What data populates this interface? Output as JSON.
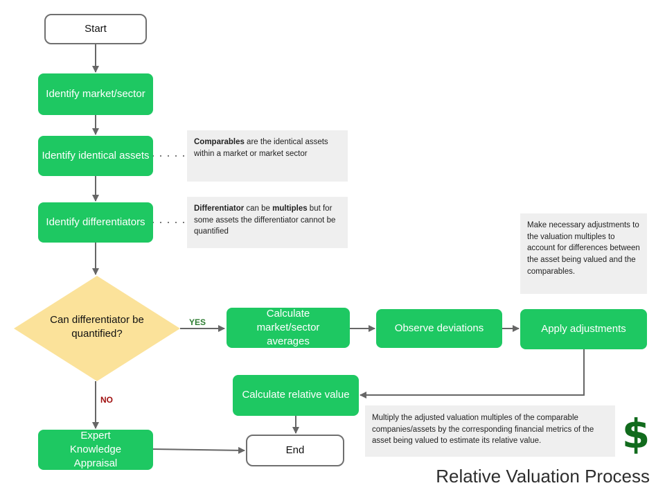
{
  "nodes": {
    "start": "Start",
    "identify_market": "Identify market/sector",
    "identify_assets": "Identify identical assets",
    "identify_diff": "Identify differentiators",
    "decision": "Can differentiator be quantified?",
    "calc_avg": "Calculate market/sector averages",
    "observe": "Observe deviations",
    "apply": "Apply adjustments",
    "calc_rel": "Calculate relative value",
    "expert": "Expert Knowledge Appraisal",
    "end": "End"
  },
  "edge_labels": {
    "yes": "YES",
    "no": "NO"
  },
  "notes": {
    "comparables": {
      "bold": "Comparables",
      "rest": " are the identical assets within a market or market sector"
    },
    "differentiator": {
      "bold1": "Differentiator",
      "mid": " can be ",
      "bold2": "multiples",
      "rest": " but for some assets the differentiator cannot be quantified"
    },
    "adjustments": "Make necessary adjustments to the valuation multiples to account for differences between the asset being valued and the comparables.",
    "multiply": "Multiply the adjusted valuation multiples of the comparable companies/assets by the corresponding financial metrics of the asset being valued to estimate its relative value."
  },
  "logo_glyph": "$",
  "title": "Relative Valuation Process",
  "colors": {
    "process": "#1ec862",
    "decision": "#fbe29a",
    "note_bg": "#efefef",
    "connector": "#666666",
    "yes_label": "#2e7d32",
    "no_label": "#a01010",
    "logo": "#116b1d"
  }
}
